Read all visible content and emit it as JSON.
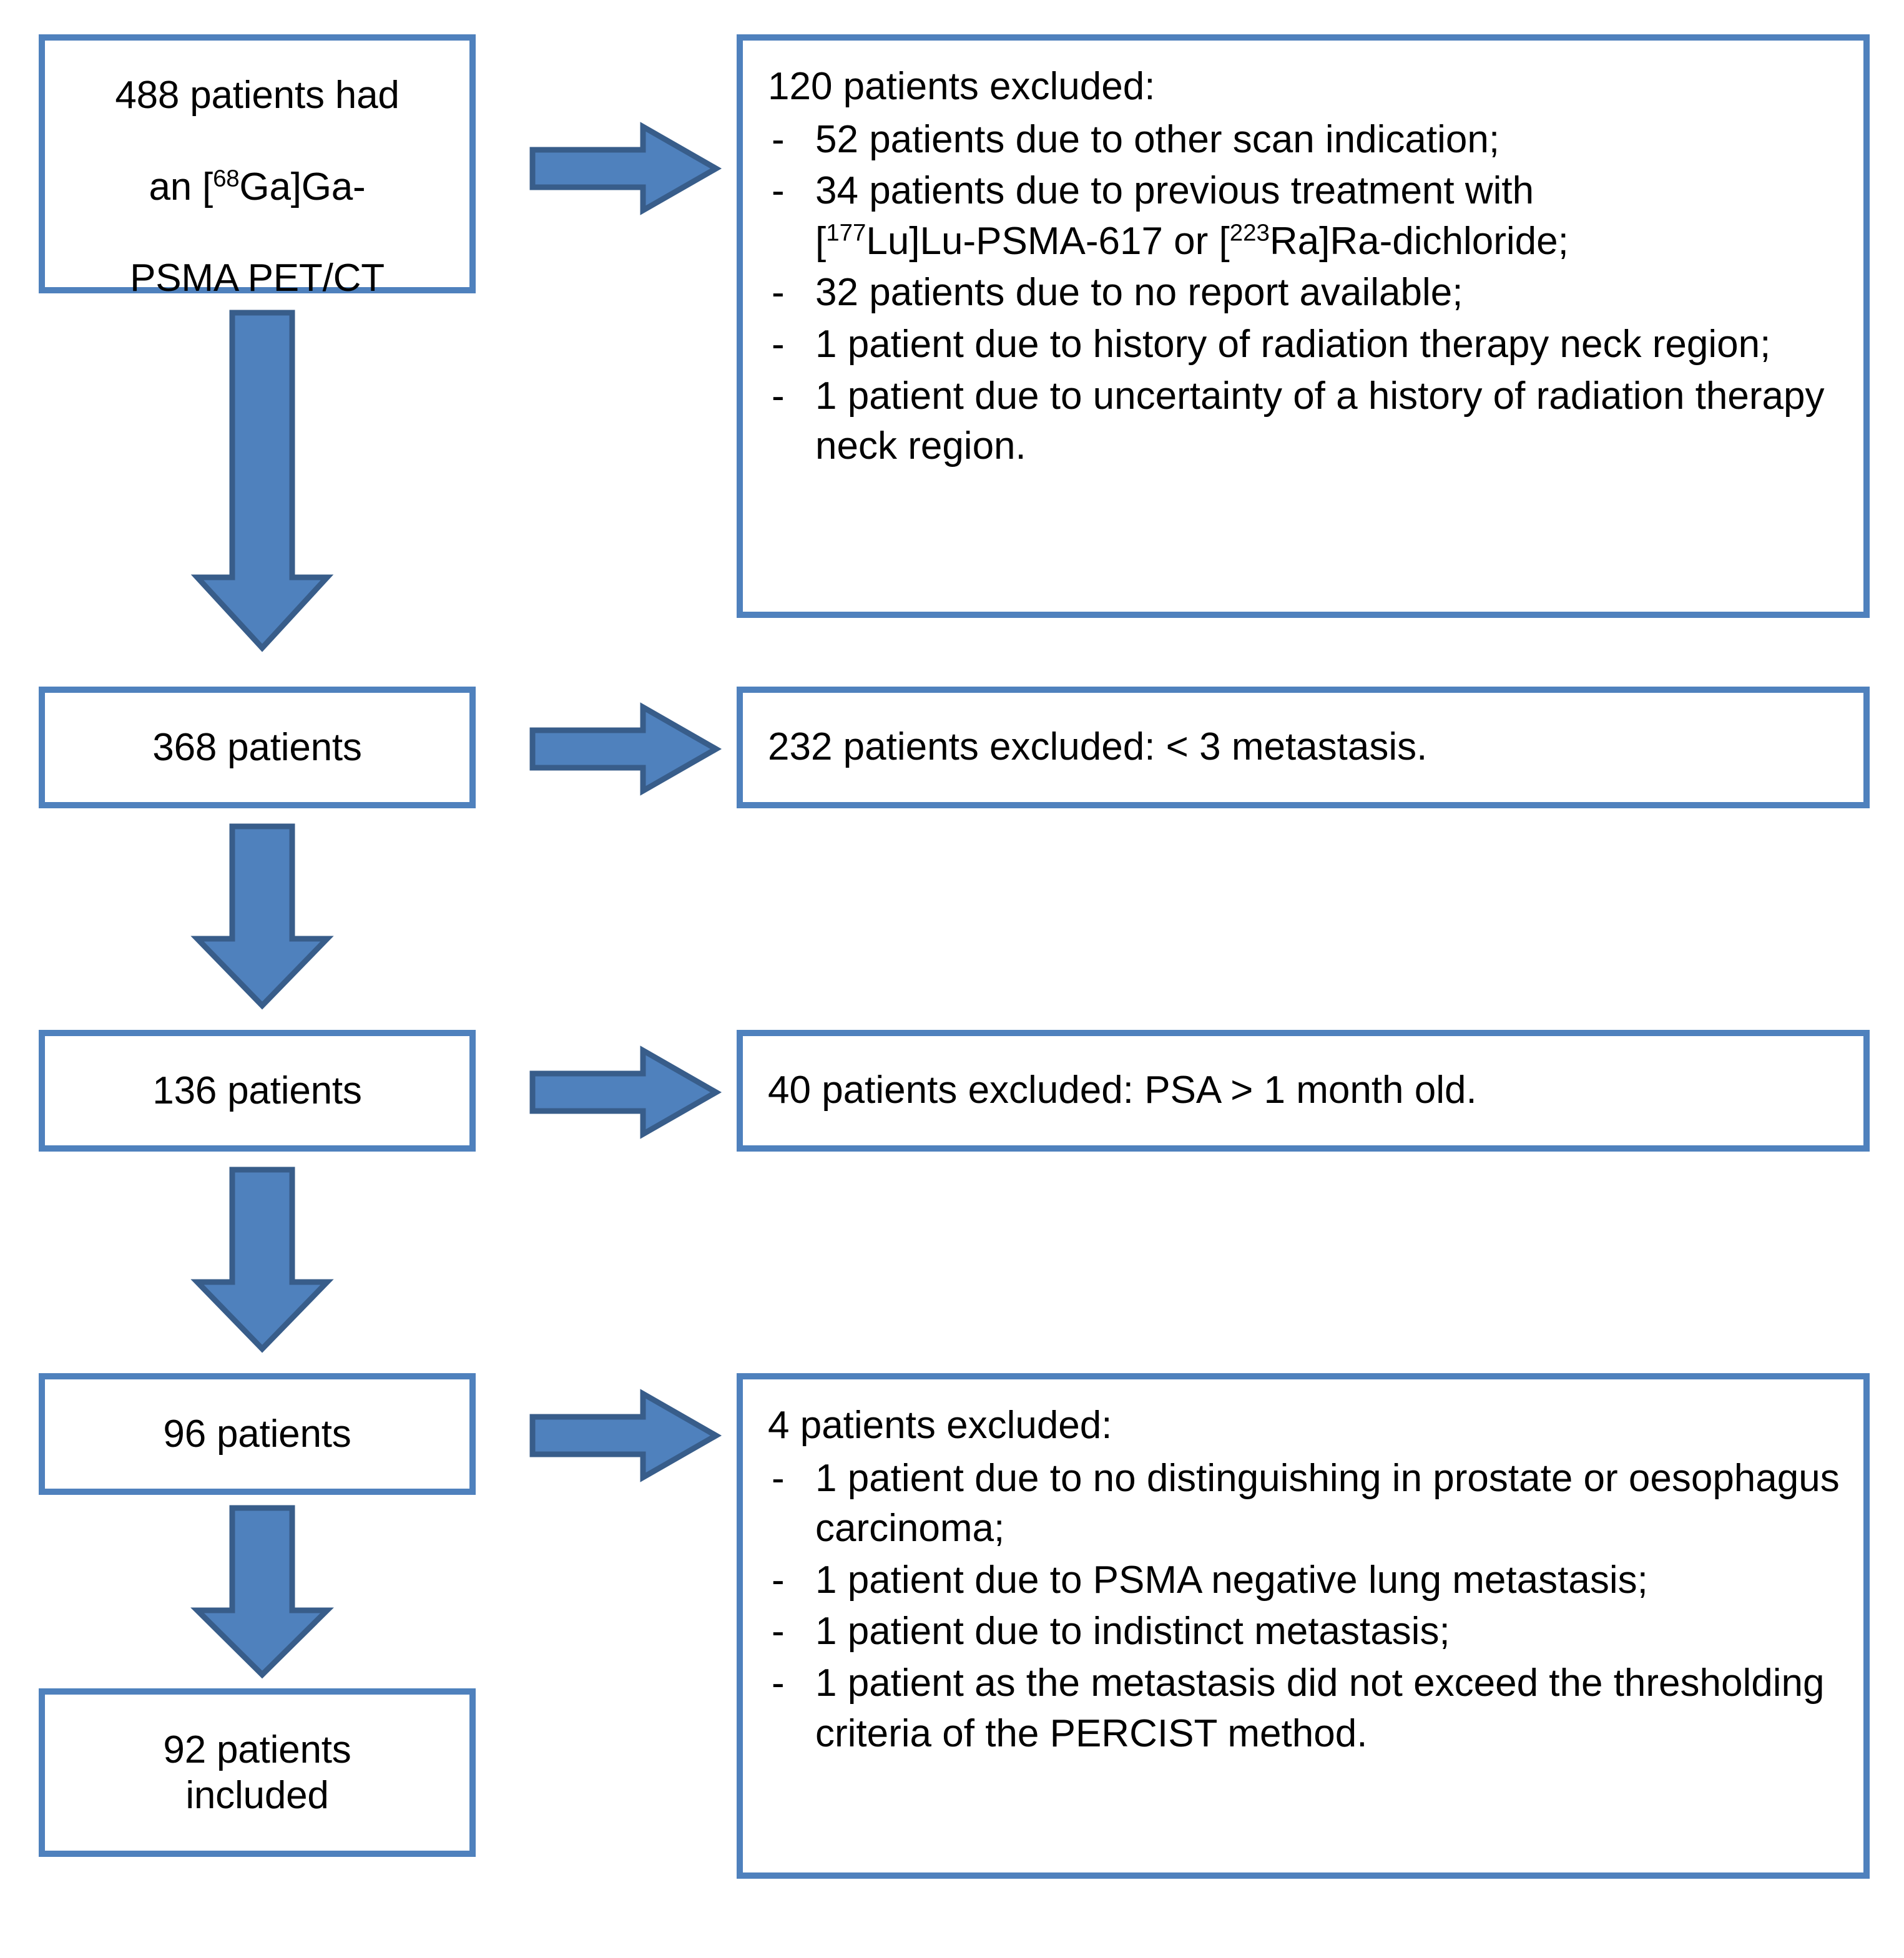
{
  "colors": {
    "box_border": "#4F81BD",
    "arrow_fill": "#4F81BD",
    "arrow_border": "#385D8A",
    "background": "#FFFFFF",
    "text": "#000000"
  },
  "flow": {
    "title": "Patient selection flowchart",
    "nodes": [
      {
        "id": "n1",
        "label_line1": "488 patients had",
        "label_line2_pre": "an [",
        "label_line2_sup": "68",
        "label_line2_post": "Ga]Ga-",
        "label_line3": "PSMA PET/CT",
        "full_text": "488 patients had an [68Ga]Ga-PSMA PET/CT",
        "count": 488
      },
      {
        "id": "n2",
        "full_text": "368 patients",
        "count": 368
      },
      {
        "id": "n3",
        "full_text": "136 patients",
        "count": 136
      },
      {
        "id": "n4",
        "full_text": "96 patients",
        "count": 96
      },
      {
        "id": "n5",
        "full_text": "92 patients\nincluded",
        "count": 92
      }
    ],
    "exclusions": [
      {
        "id": "e1",
        "heading": "120 patients excluded:",
        "count": 120,
        "items": [
          {
            "text": "52 patients due to other scan indication;"
          },
          {
            "parts": [
              {
                "t": "34 patients due to previous treatment with"
              },
              {
                "t": "["
              },
              {
                "sup": "177"
              },
              {
                "t": "Lu]Lu-PSMA-617 or ["
              },
              {
                "sup": "223"
              },
              {
                "t": "Ra]Ra-dichloride;"
              }
            ],
            "text": "34 patients due to previous treatment with [177Lu]Lu-PSMA-617 or [223Ra]Ra-dichloride;"
          },
          {
            "text": "32 patients due to no report available;"
          },
          {
            "text": "1 patient due to history of radiation therapy neck region;"
          },
          {
            "text": "1 patient due to uncertainty of a history of radiation therapy neck region."
          }
        ]
      },
      {
        "id": "e2",
        "heading": "232 patients excluded: < 3 metastasis.",
        "count": 232,
        "items": []
      },
      {
        "id": "e3",
        "heading": "40 patients excluded: PSA > 1 month old.",
        "count": 40,
        "items": []
      },
      {
        "id": "e4",
        "heading": "4 patients excluded:",
        "count": 4,
        "items": [
          {
            "text": "1 patient due to no distinguishing in prostate or oesophagus carcinoma;"
          },
          {
            "text": "1 patient due to PSMA negative lung metastasis;"
          },
          {
            "text": "1 patient due to indistinct metastasis;"
          },
          {
            "text": "1 patient as the metastasis did not exceed the thresholding criteria of the PERCIST method."
          }
        ]
      }
    ],
    "bullet_dash": "-",
    "arrows": [
      {
        "id": "a-right-1",
        "direction": "right",
        "from": "n1",
        "to": "e1"
      },
      {
        "id": "a-down-1",
        "direction": "down",
        "from": "n1",
        "to": "n2"
      },
      {
        "id": "a-right-2",
        "direction": "right",
        "from": "n2",
        "to": "e2"
      },
      {
        "id": "a-down-2",
        "direction": "down",
        "from": "n2",
        "to": "n3"
      },
      {
        "id": "a-right-3",
        "direction": "right",
        "from": "n3",
        "to": "e3"
      },
      {
        "id": "a-down-3",
        "direction": "down",
        "from": "n3",
        "to": "n4"
      },
      {
        "id": "a-right-4",
        "direction": "right",
        "from": "n4",
        "to": "e4"
      },
      {
        "id": "a-down-4",
        "direction": "down",
        "from": "n4",
        "to": "n5"
      }
    ]
  }
}
